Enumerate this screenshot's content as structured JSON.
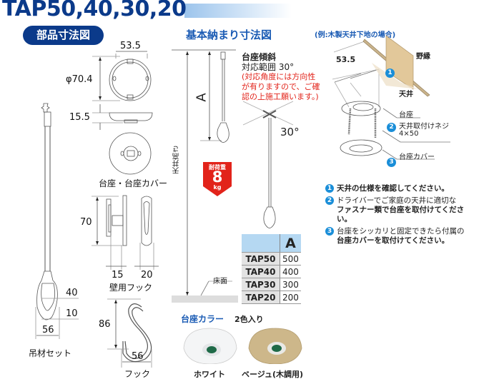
{
  "header": {
    "title": "TAP50,40,30,20",
    "section_parts": "部品寸法図",
    "section_basic": "基本納まり寸法図",
    "example_note": "(例:木製天井下地の場合)"
  },
  "parts": {
    "base_width": "53.5",
    "base_diameter": "φ70.4",
    "base_height": "15.5",
    "base_label": "台座・台座カバー",
    "wall_hook_height": "70",
    "wall_hook_depth": "15",
    "wall_hook_width": "20",
    "wall_hook_label": "壁用フック",
    "hanger_inner": "40",
    "hanger_gap": "10",
    "hanger_width": "56",
    "hanger_label": "吊材セット",
    "hook_height": "86",
    "hook_width": "56",
    "hook_label": "フック"
  },
  "basic": {
    "tilt_title": "台座傾斜",
    "tilt_range": "対応範囲 30°",
    "tilt_note_lines": [
      "(対応角度には方向性",
      "が有りますので、ご確",
      "認の上施工願います。)"
    ],
    "angle": "30°",
    "dim_a": "A",
    "ceiling_height": "天井高さ",
    "floor": "床面",
    "load_label": "耐荷重",
    "load_value": "8",
    "load_unit": "kg"
  },
  "table": {
    "header": "A",
    "rows": [
      {
        "model": "TAP50",
        "a": "500"
      },
      {
        "model": "TAP40",
        "a": "400"
      },
      {
        "model": "TAP30",
        "a": "300"
      },
      {
        "model": "TAP20",
        "a": "200"
      }
    ]
  },
  "install": {
    "dim": "53.5",
    "callout_joist": "野縁",
    "callout_ceiling": "天井",
    "callout_base": "台座",
    "callout_screw": "天井取付けネジ",
    "callout_screw_size": "4×50",
    "callout_cover": "台座カバー",
    "steps": [
      {
        "num": "1",
        "line1": "天井の仕様を確認してください。",
        "line2": ""
      },
      {
        "num": "2",
        "line1": "ドライバーでご家庭の天井に適切な",
        "line2": "ファスナー類で台座を取付けてください。"
      },
      {
        "num": "3",
        "line1": "台座をシッカリと固定できたら付属の",
        "line2": "台座カバーを取付けてください。"
      }
    ]
  },
  "colors_section": {
    "title": "台座カラー",
    "count": "2色入り",
    "items": [
      {
        "name": "ホワイト",
        "color": "#f4f5f6"
      },
      {
        "name": "ベージュ(木調用)",
        "color": "#cdb78a"
      }
    ]
  }
}
